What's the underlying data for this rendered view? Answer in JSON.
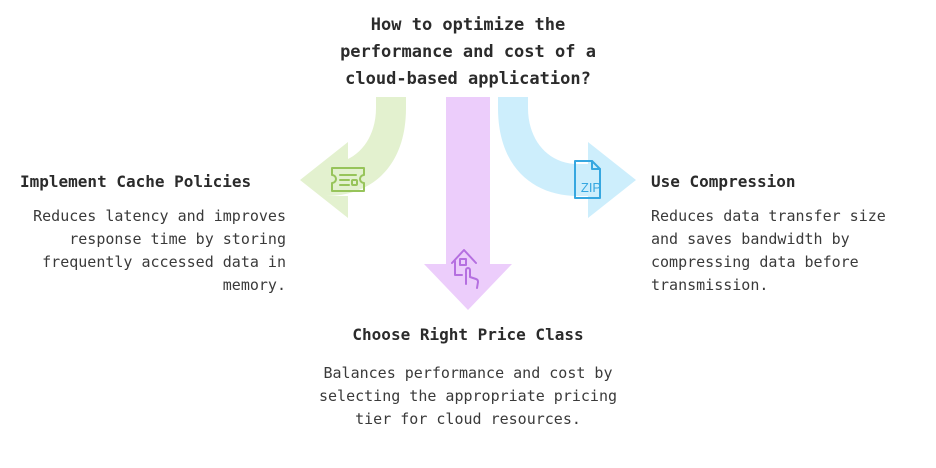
{
  "title": "How to optimize the performance and cost of a cloud-based application?",
  "options": {
    "cache": {
      "heading": "Implement Cache Policies",
      "description": "Reduces latency and improves response time by storing frequently accessed data in memory.",
      "icon": "cache-ticket-icon",
      "color": "#e3f1cf",
      "icon_color": "#97c45a"
    },
    "price": {
      "heading": "Choose Right Price Class",
      "description": "Balances performance and cost by selecting the appropriate pricing tier for cloud resources.",
      "icon": "house-hand-icon",
      "color": "#eccdfb",
      "icon_color": "#b56fe0"
    },
    "compression": {
      "heading": "Use Compression",
      "description": "Reduces data transfer size and saves bandwidth by compressing data before transmission.",
      "icon": "zip-file-icon",
      "icon_text": "ZIP",
      "color": "#cdeefc",
      "icon_color": "#36a7e0"
    }
  }
}
